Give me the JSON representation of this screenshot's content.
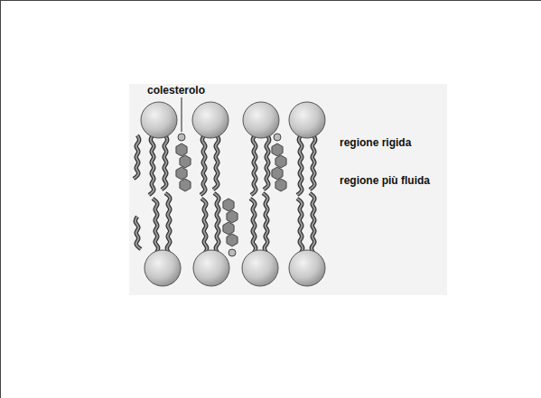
{
  "diagram": {
    "labels": [
      "colesterolo",
      "regione rigida",
      "regione più fluida"
    ]
  }
}
